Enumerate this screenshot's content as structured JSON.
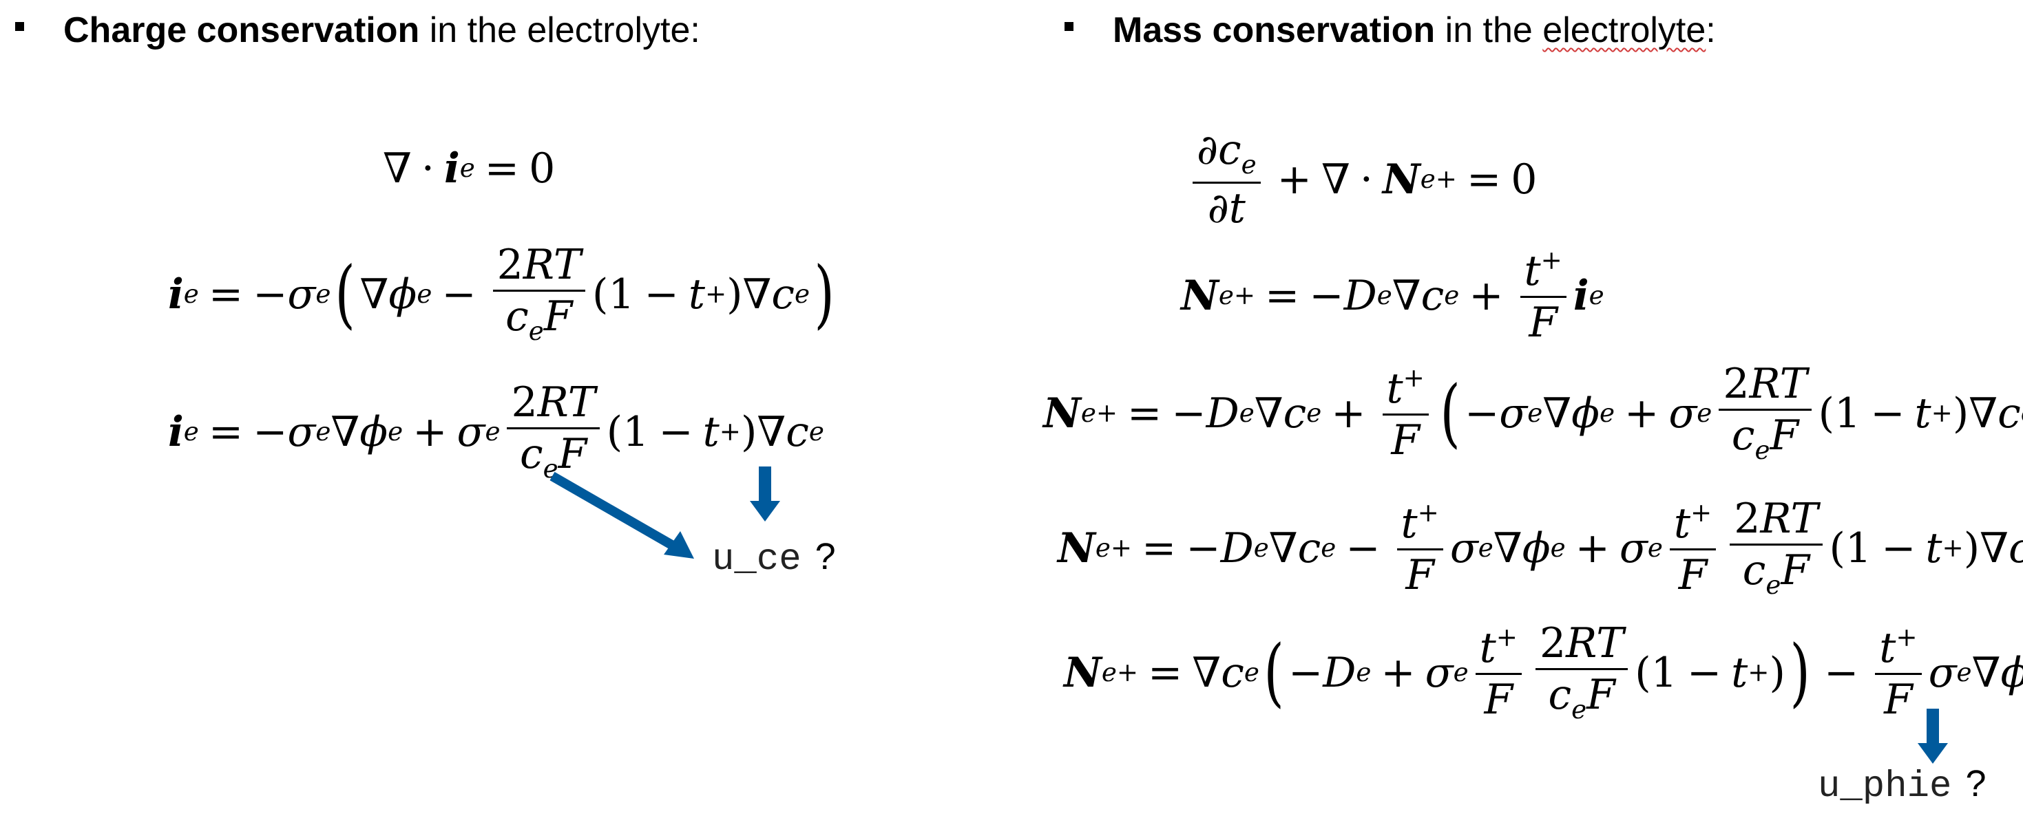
{
  "left_heading": {
    "bold": "Charge conservation",
    "rest": " in the electrolyte:"
  },
  "right_heading": {
    "bold": "Mass conservation",
    "rest_a": " in the ",
    "rest_b": "electrolyte",
    "rest_c": ":"
  },
  "labels": {
    "u_ce": "u_ce",
    "u_phie": "u_phie",
    "q": "?"
  },
  "colors": {
    "arrow": "#005a9c",
    "squiggle": "#d23c3c"
  }
}
